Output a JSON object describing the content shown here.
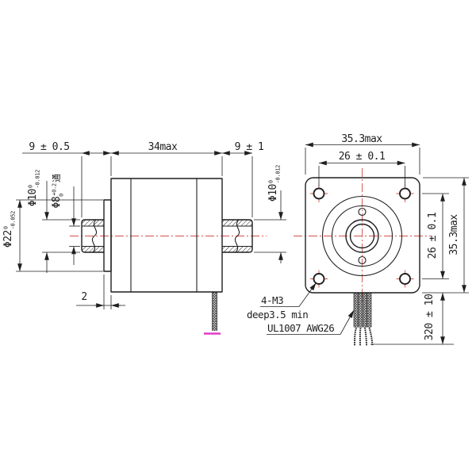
{
  "drawing": {
    "subject": "stepper-motor-dimension-drawing"
  },
  "side_view": {
    "front_shaft_length": "9 ± 0.5",
    "body_length": "34max",
    "rear_shaft_length": "9 ± 1",
    "flange_thickness": "2",
    "boss_diameter": {
      "value": "Φ22",
      "upper": "0",
      "lower": "-0.052"
    },
    "front_shaft_diameter": {
      "value": "Φ10",
      "upper": "0",
      "lower": "-0.012"
    },
    "hollow_bore_diameter": {
      "value": "Φ8",
      "upper": "+0.2",
      "lower": "0",
      "through_note": "通"
    },
    "rear_shaft_diameter": {
      "value": "Φ10",
      "upper": "0",
      "lower": "-0.012"
    }
  },
  "front_view": {
    "flange_width": "35.3max",
    "mounting_hole_spacing_horizontal": "26 ± 0.1",
    "mounting_hole_spacing_vertical": "26 ± 0.1",
    "flange_height": "35.3max",
    "lead_wire_length": "320 ± 10",
    "mounting_hole_callout": "4-M3",
    "mounting_hole_depth": "deep3.5 min",
    "lead_wire_spec": "UL1007 AWG26"
  },
  "colors": {
    "line": "#1f1f1f",
    "centerline": "#d4504a",
    "wire_tip": "#e23cc8"
  }
}
